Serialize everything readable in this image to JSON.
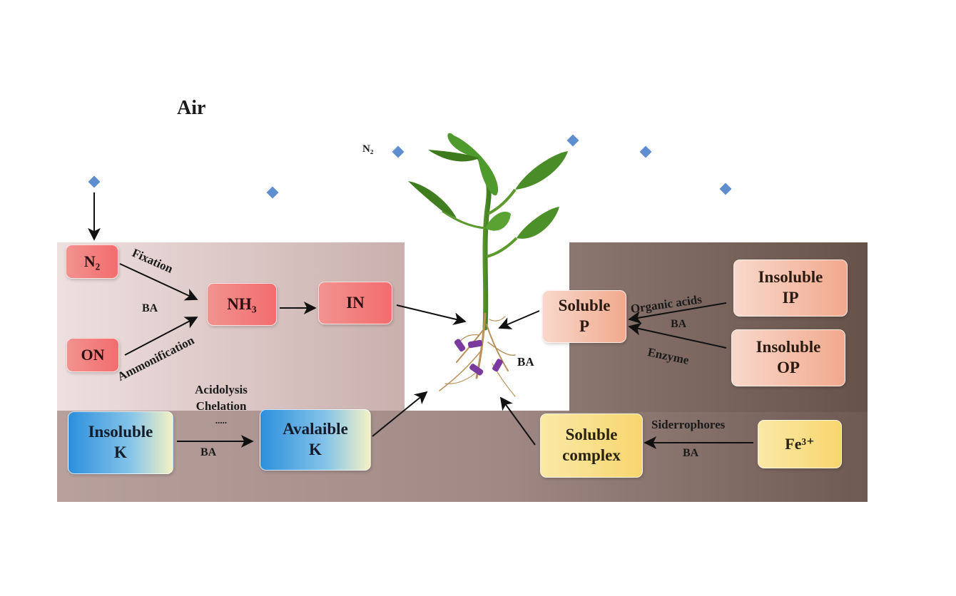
{
  "air_label": "Air",
  "n2_atmosphere_label": "N₂",
  "nitrogen": {
    "n2_box": "N₂",
    "on_box": "ON",
    "nh3_box": "NH₃",
    "in_box": "IN",
    "fixation": "Fixation",
    "ammonification": "Ammonification",
    "ba": "BA"
  },
  "potassium": {
    "insoluble_k": [
      "Insoluble",
      "K"
    ],
    "available_k": [
      "Avalaible",
      "K"
    ],
    "process": [
      "Acidolysis",
      "Chelation",
      "....."
    ],
    "ba": "BA"
  },
  "phosphorus": {
    "soluble_p": [
      "Soluble",
      "P"
    ],
    "insoluble_ip": [
      "Insoluble",
      "IP"
    ],
    "insoluble_op": [
      "Insoluble",
      "OP"
    ],
    "organic_acids": "Organic acids",
    "enzyme": "Enzyme",
    "ba": "BA"
  },
  "iron": {
    "soluble_complex": [
      "Soluble",
      "complex"
    ],
    "fe3": "Fe³⁺",
    "siderophores": "Siderrophores",
    "ba": "BA"
  },
  "root_ba": "BA",
  "colors": {
    "soil_left": "#ecdcdc",
    "soil_right": "#6e5a52",
    "n2_molecule": "#5f8ed0",
    "bacteria": "#7a3a9e"
  }
}
